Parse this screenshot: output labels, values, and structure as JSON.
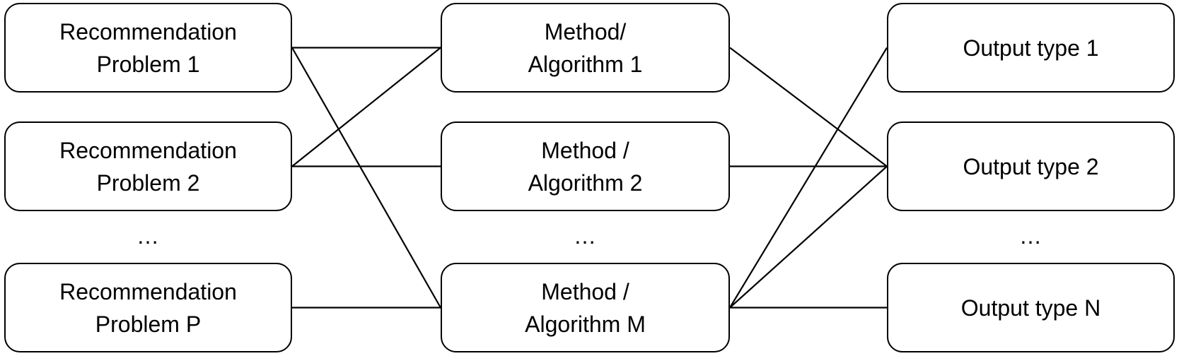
{
  "problems": [
    {
      "id": "p1",
      "label": "Recommendation\nProblem 1"
    },
    {
      "id": "p2",
      "label": "Recommendation\nProblem 2"
    },
    {
      "id": "pP",
      "label": "Recommendation\nProblem P"
    }
  ],
  "methods": [
    {
      "id": "m1",
      "label": "Method/\nAlgorithm 1"
    },
    {
      "id": "m2",
      "label": "Method /\nAlgorithm 2"
    },
    {
      "id": "mM",
      "label": "Method /\nAlgorithm M"
    }
  ],
  "outputs": [
    {
      "id": "o1",
      "label": "Output type 1"
    },
    {
      "id": "o2",
      "label": "Output type 2"
    },
    {
      "id": "oN",
      "label": "Output type N"
    }
  ],
  "ellipsis": {
    "problems": "…",
    "methods": "…",
    "outputs": "…"
  },
  "edges": [
    [
      "p1",
      "m1"
    ],
    [
      "p1",
      "mM"
    ],
    [
      "p2",
      "m1"
    ],
    [
      "p2",
      "m2"
    ],
    [
      "pP",
      "mM"
    ],
    [
      "m1",
      "o2"
    ],
    [
      "m2",
      "o2"
    ],
    [
      "mM",
      "o1"
    ],
    [
      "mM",
      "o2"
    ],
    [
      "mM",
      "oN"
    ]
  ]
}
